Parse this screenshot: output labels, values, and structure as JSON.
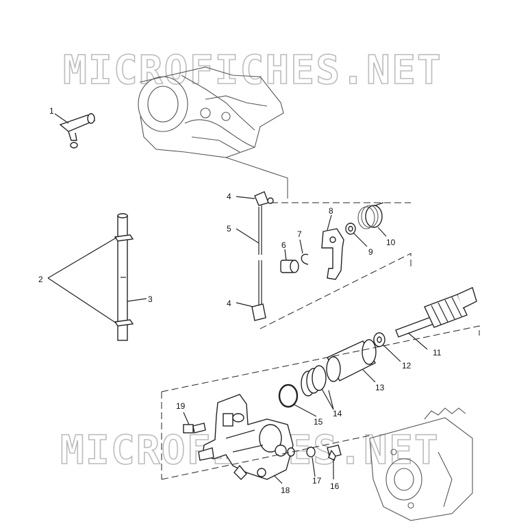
{
  "watermark": "MICROFICHES.NET",
  "callouts": {
    "c1": "1",
    "c2": "2",
    "c3": "3",
    "c4a": "4",
    "c4b": "4",
    "c5": "5",
    "c6": "6",
    "c7": "7",
    "c8": "8",
    "c9": "9",
    "c10": "10",
    "c11": "11",
    "c12": "12",
    "c13": "13",
    "c14": "14",
    "c15": "15",
    "c16": "16",
    "c17": "17",
    "c18": "18",
    "c19": "19"
  }
}
